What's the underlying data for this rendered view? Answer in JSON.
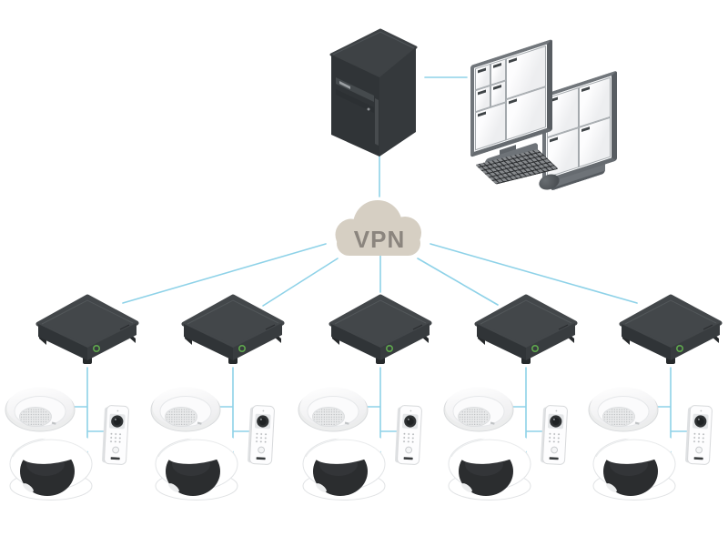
{
  "diagram": {
    "background": "#ffffff",
    "cloud": {
      "label": "VPN"
    },
    "nodes": [
      {
        "id": "management-server",
        "icon": "tower-server-icon"
      },
      {
        "id": "operator-workstation",
        "icon": "dual-monitors-keyboard-mouse-icon",
        "left_monitor_view_cells": 7,
        "right_monitor_view_cells": 4
      },
      {
        "id": "vpn-cloud",
        "icon": "cloud-icon",
        "label": "VPN"
      },
      {
        "id": "recorder-1",
        "icon": "network-recorder-icon"
      },
      {
        "id": "recorder-2",
        "icon": "network-recorder-icon"
      },
      {
        "id": "recorder-3",
        "icon": "network-recorder-icon"
      },
      {
        "id": "recorder-4",
        "icon": "network-recorder-icon"
      },
      {
        "id": "recorder-5",
        "icon": "network-recorder-icon"
      },
      {
        "id": "site-1-ceiling-speaker",
        "icon": "ceiling-speaker-icon"
      },
      {
        "id": "site-1-door-station",
        "icon": "door-station-icon"
      },
      {
        "id": "site-1-dome-camera",
        "icon": "dome-camera-icon"
      },
      {
        "id": "site-2-ceiling-speaker",
        "icon": "ceiling-speaker-icon"
      },
      {
        "id": "site-2-door-station",
        "icon": "door-station-icon"
      },
      {
        "id": "site-2-dome-camera",
        "icon": "dome-camera-icon"
      },
      {
        "id": "site-3-ceiling-speaker",
        "icon": "ceiling-speaker-icon"
      },
      {
        "id": "site-3-door-station",
        "icon": "door-station-icon"
      },
      {
        "id": "site-3-dome-camera",
        "icon": "dome-camera-icon"
      },
      {
        "id": "site-4-ceiling-speaker",
        "icon": "ceiling-speaker-icon"
      },
      {
        "id": "site-4-door-station",
        "icon": "door-station-icon"
      },
      {
        "id": "site-4-dome-camera",
        "icon": "dome-camera-icon"
      },
      {
        "id": "site-5-ceiling-speaker",
        "icon": "ceiling-speaker-icon"
      },
      {
        "id": "site-5-door-station",
        "icon": "door-station-icon"
      },
      {
        "id": "site-5-dome-camera",
        "icon": "dome-camera-icon"
      }
    ],
    "edges": [
      {
        "from": "management-server",
        "to": "operator-workstation"
      },
      {
        "from": "management-server",
        "to": "vpn-cloud"
      },
      {
        "from": "vpn-cloud",
        "to": "recorder-1"
      },
      {
        "from": "vpn-cloud",
        "to": "recorder-2"
      },
      {
        "from": "vpn-cloud",
        "to": "recorder-3"
      },
      {
        "from": "vpn-cloud",
        "to": "recorder-4"
      },
      {
        "from": "vpn-cloud",
        "to": "recorder-5"
      },
      {
        "from": "recorder-1",
        "to": "site-1-ceiling-speaker"
      },
      {
        "from": "recorder-1",
        "to": "site-1-door-station"
      },
      {
        "from": "recorder-1",
        "to": "site-1-dome-camera"
      },
      {
        "from": "recorder-2",
        "to": "site-2-ceiling-speaker"
      },
      {
        "from": "recorder-2",
        "to": "site-2-door-station"
      },
      {
        "from": "recorder-2",
        "to": "site-2-dome-camera"
      },
      {
        "from": "recorder-3",
        "to": "site-3-ceiling-speaker"
      },
      {
        "from": "recorder-3",
        "to": "site-3-door-station"
      },
      {
        "from": "recorder-3",
        "to": "site-3-dome-camera"
      },
      {
        "from": "recorder-4",
        "to": "site-4-ceiling-speaker"
      },
      {
        "from": "recorder-4",
        "to": "site-4-door-station"
      },
      {
        "from": "recorder-4",
        "to": "site-4-dome-camera"
      },
      {
        "from": "recorder-5",
        "to": "site-5-ceiling-speaker"
      },
      {
        "from": "recorder-5",
        "to": "site-5-door-station"
      },
      {
        "from": "recorder-5",
        "to": "site-5-dome-camera"
      }
    ],
    "colors": {
      "connection_line": "#8ed2e8",
      "cloud_fill": "#d6cfc3",
      "cloud_text": "#8b857e",
      "dark_device": "#3a3e41",
      "white_device": "#ffffff",
      "recorder_led_green": "#5fa84d",
      "monitor_frame": "#71767b",
      "screen_cell": "#f1f2f4"
    }
  }
}
